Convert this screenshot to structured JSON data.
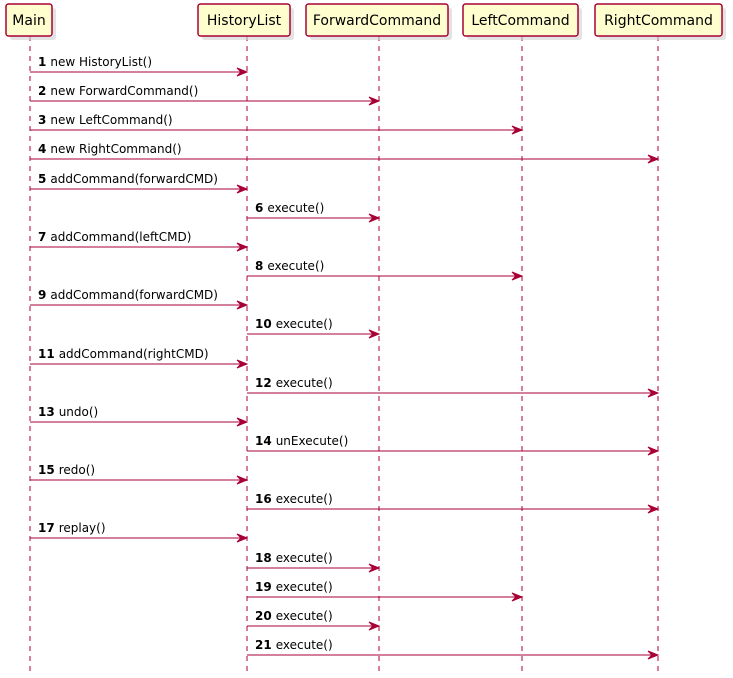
{
  "participants": [
    {
      "id": "main",
      "name": "Main"
    },
    {
      "id": "history",
      "name": "HistoryList"
    },
    {
      "id": "forward",
      "name": "ForwardCommand"
    },
    {
      "id": "left",
      "name": "LeftCommand"
    },
    {
      "id": "right",
      "name": "RightCommand"
    }
  ],
  "messages": [
    {
      "num": "1",
      "label": "new HistoryList()",
      "from": "main",
      "to": "history"
    },
    {
      "num": "2",
      "label": "new ForwardCommand()",
      "from": "main",
      "to": "forward"
    },
    {
      "num": "3",
      "label": "new LeftCommand()",
      "from": "main",
      "to": "left"
    },
    {
      "num": "4",
      "label": "new RightCommand()",
      "from": "main",
      "to": "right"
    },
    {
      "num": "5",
      "label": "addCommand(forwardCMD)",
      "from": "main",
      "to": "history"
    },
    {
      "num": "6",
      "label": "execute()",
      "from": "history",
      "to": "forward"
    },
    {
      "num": "7",
      "label": "addCommand(leftCMD)",
      "from": "main",
      "to": "history"
    },
    {
      "num": "8",
      "label": "execute()",
      "from": "history",
      "to": "left"
    },
    {
      "num": "9",
      "label": "addCommand(forwardCMD)",
      "from": "main",
      "to": "history"
    },
    {
      "num": "10",
      "label": "execute()",
      "from": "history",
      "to": "forward"
    },
    {
      "num": "11",
      "label": "addCommand(rightCMD)",
      "from": "main",
      "to": "history"
    },
    {
      "num": "12",
      "label": "execute()",
      "from": "history",
      "to": "right"
    },
    {
      "num": "13",
      "label": "undo()",
      "from": "main",
      "to": "history"
    },
    {
      "num": "14",
      "label": "unExecute()",
      "from": "history",
      "to": "right"
    },
    {
      "num": "15",
      "label": "redo()",
      "from": "main",
      "to": "history"
    },
    {
      "num": "16",
      "label": "execute()",
      "from": "history",
      "to": "right"
    },
    {
      "num": "17",
      "label": "replay()",
      "from": "main",
      "to": "history"
    },
    {
      "num": "18",
      "label": "execute()",
      "from": "history",
      "to": "forward"
    },
    {
      "num": "19",
      "label": "execute()",
      "from": "history",
      "to": "left"
    },
    {
      "num": "20",
      "label": "execute()",
      "from": "history",
      "to": "forward"
    },
    {
      "num": "21",
      "label": "execute()",
      "from": "history",
      "to": "right"
    }
  ],
  "colors": {
    "accent": "#A80036",
    "box_fill": "#FEFECE"
  }
}
